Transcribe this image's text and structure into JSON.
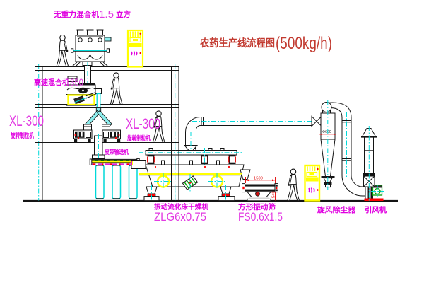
{
  "title": {
    "text": "农药生产线流程图",
    "capacity": "(500kg/h)"
  },
  "labels": {
    "gravity_mixer_name": "无重力混合机",
    "gravity_mixer_value": "1.5",
    "gravity_mixer_unit": "立方",
    "high_speed_mixer_name": "高速混合机",
    "high_speed_mixer_value": "350",
    "granulator_left_model": "XL-300",
    "granulator_left_name": "旋转制粒机",
    "granulator_right_model": "XL-300",
    "granulator_right_name": "旋转制粒机",
    "belt_conveyor": "皮带输送机",
    "dryer_name": "振动流化床干燥机",
    "dryer_model": "ZLG6x0.75",
    "screen_name": "方形振动筛",
    "screen_model": "FS0.6x1.5",
    "cyclone_name": "旋风除尘器",
    "fan_name": "引风机"
  },
  "dimensions": {
    "cyclone_diameter": "Φ600",
    "screen_length": "1500",
    "screen_height": "540"
  },
  "colors": {
    "line": "#141414",
    "centerline_cyan": "#00d9d9",
    "label_magenta": "#e000e0",
    "title_red": "#c23a30",
    "dimension_red": "#e00000",
    "equipment_yellow": "#ffff00",
    "motor_green": "#00a000",
    "base_red": "#ff0000",
    "background": "#ffffff"
  }
}
